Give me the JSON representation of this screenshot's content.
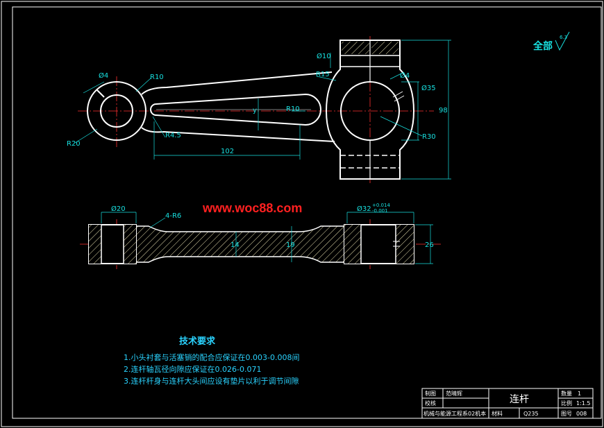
{
  "watermark": "www.woc88.com",
  "roughness": {
    "label": "全部",
    "value": "6.3"
  },
  "top_view_dims": {
    "phi4_left": "Ø4",
    "r10_left": "R10",
    "r20": "R20",
    "r45": "R4.5",
    "len102": "102",
    "small_y": "y",
    "r10_mid": "R10",
    "r15": "R15",
    "phi10": "Ø10",
    "phi4_right": "Ø4",
    "phi35": "Ø35",
    "h98": "98",
    "r30": "R30"
  },
  "side_view_dims": {
    "phi20": "Ø20",
    "r6": "4-R6",
    "phi32": "Ø32",
    "tol_up": "+0.014",
    "tol_dn": "-0.001",
    "h26": "26",
    "w14": "14",
    "w19": "19"
  },
  "tech_requirements": {
    "title": "技术要求",
    "items": [
      "1.小头衬套与活塞销的配合应保证在0.003-0.008间",
      "2.连杆轴瓦径向隙应保证在0.026-0.071",
      "3.连杆杆身与连杆大头间应设有垫片以利于调节间隙"
    ]
  },
  "title_block": {
    "drawn_label": "制图",
    "drawn_value": "范晴辉",
    "check_label": "校核",
    "org": "机械与能源工程系02机本",
    "part_name": "连杆",
    "qty_label": "数量",
    "qty_value": "1",
    "scale_label": "比例",
    "scale_value": "1:1.5",
    "material_label": "材料",
    "material_value": "Q235",
    "drawing_no_label": "图号",
    "drawing_no_value": "008"
  }
}
